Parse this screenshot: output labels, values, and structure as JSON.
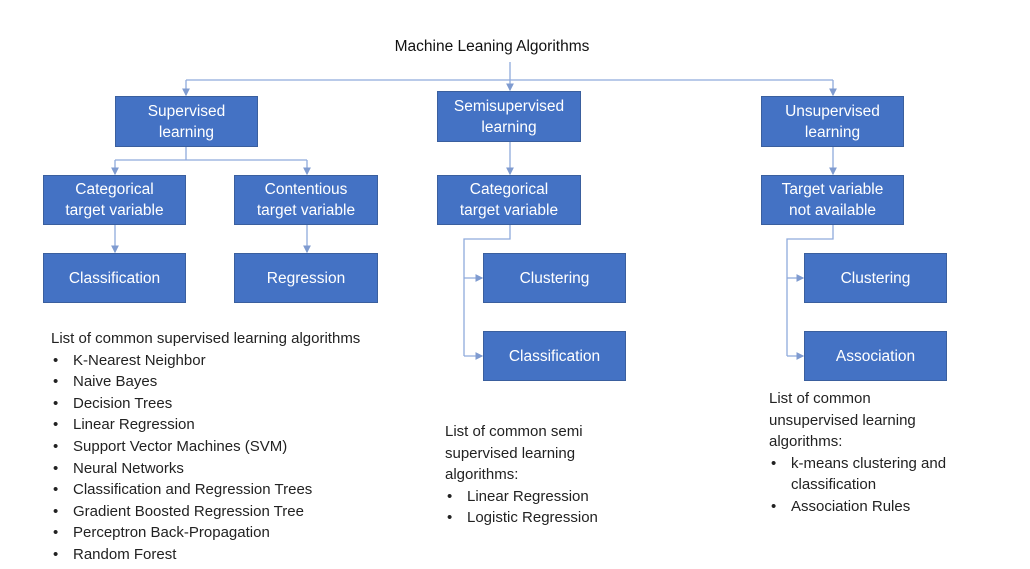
{
  "title": "Machine Leaning Algorithms",
  "colors": {
    "box": "#4472C4",
    "connector": "#8faadc"
  },
  "nodes": {
    "supervised": "Supervised\nlearning",
    "semisupervised": "Semisupervised\nlearning",
    "unsupervised": "Unsupervised\nlearning",
    "sup_categorical": "Categorical\ntarget variable",
    "sup_continuous": "Contentious\ntarget variable",
    "semi_categorical": "Categorical\ntarget variable",
    "unsup_target": "Target variable\nnot available",
    "sup_classification": "Classification",
    "sup_regression": "Regression",
    "semi_clustering": "Clustering",
    "semi_classification": "Classification",
    "unsup_clustering": "Clustering",
    "unsup_association": "Association"
  },
  "lists": {
    "supervised": {
      "heading": "List of common supervised learning algorithms",
      "items": [
        "K-Nearest Neighbor",
        "Naive Bayes",
        "Decision Trees",
        "Linear Regression",
        "Support Vector Machines (SVM)",
        "Neural Networks",
        "Classification and Regression Trees",
        "Gradient Boosted Regression Tree",
        "Perceptron Back-Propagation",
        "Random Forest"
      ]
    },
    "semisupervised": {
      "heading": "List of common semi\nsupervised learning\nalgorithms:",
      "items": [
        "Linear Regression",
        "Logistic Regression"
      ]
    },
    "unsupervised": {
      "heading": "List of common\nunsupervised learning\nalgorithms:",
      "items": [
        "k-means clustering and classification",
        "Association Rules"
      ]
    }
  }
}
